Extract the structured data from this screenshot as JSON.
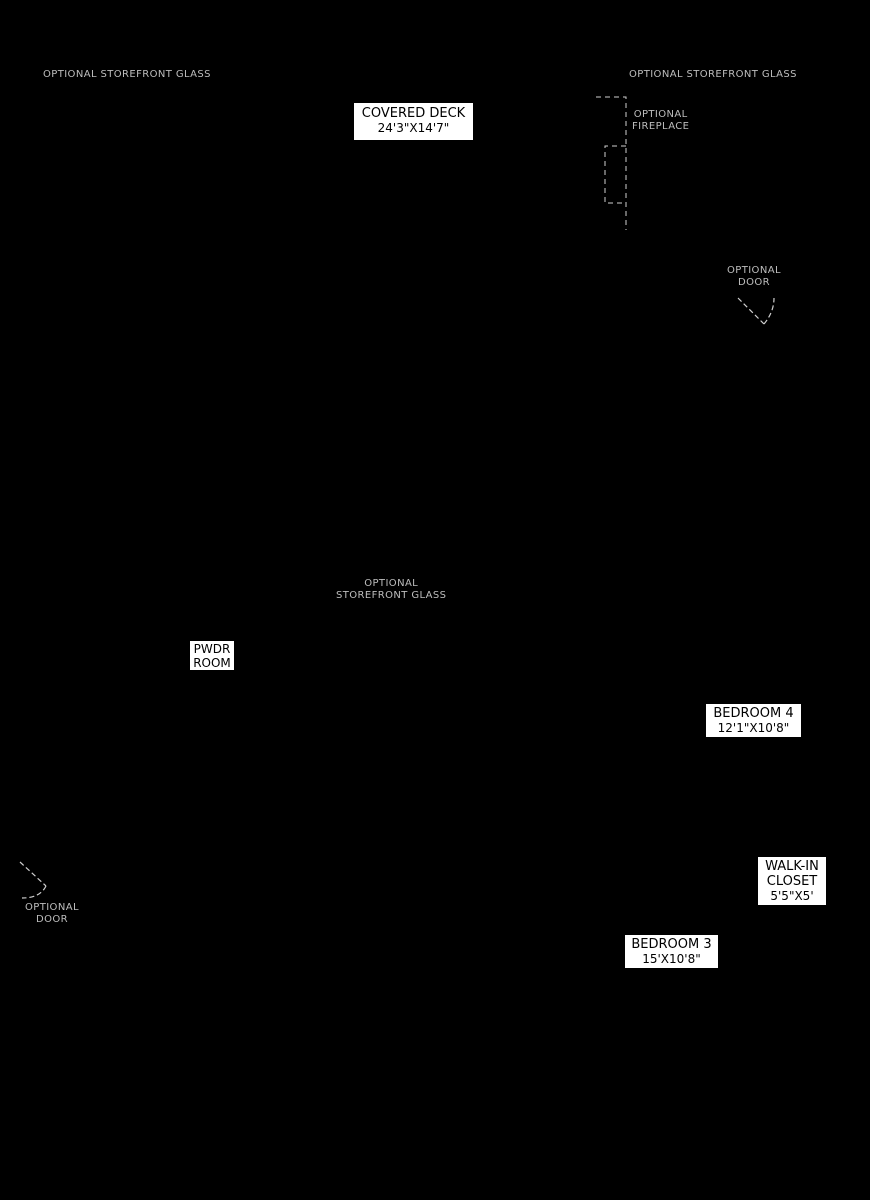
{
  "notes": {
    "storefront_left": "OPTIONAL STOREFRONT GLASS",
    "storefront_right": "OPTIONAL STOREFRONT GLASS",
    "fireplace_line1": "OPTIONAL",
    "fireplace_line2": "FIREPLACE",
    "door_right_line1": "OPTIONAL",
    "door_right_line2": "DOOR",
    "storefront_center_line1": "OPTIONAL",
    "storefront_center_line2": "STOREFRONT GLASS",
    "door_left_line1": "OPTIONAL",
    "door_left_line2": "DOOR"
  },
  "rooms": {
    "covered_deck": {
      "name": "COVERED DECK",
      "dim": "24'3\"X14'7\""
    },
    "pwdr_room": {
      "line1": "PWDR",
      "line2": "ROOM"
    },
    "bedroom_4": {
      "name": "BEDROOM 4",
      "dim": "12'1\"X10'8\""
    },
    "walk_in_closet": {
      "line1": "WALK-IN",
      "line2": "CLOSET",
      "dim": "5'5\"X5'"
    },
    "bedroom_3": {
      "name": "BEDROOM 3",
      "dim": "15'X10'8\""
    }
  },
  "colors": {
    "background": "#000000",
    "label_bg": "#ffffff",
    "note_text": "#bdbdbd",
    "dashed_line": "#cfcfcf"
  }
}
